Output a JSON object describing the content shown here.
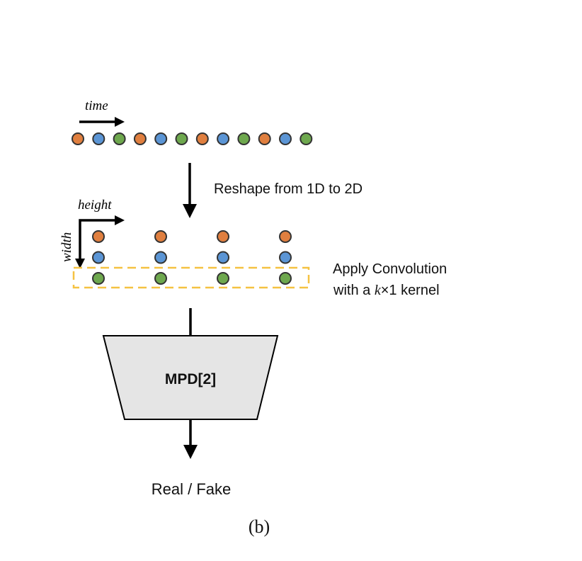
{
  "labels": {
    "time": "time",
    "reshape": "Reshape from 1D to 2D",
    "height": "height",
    "width": "width",
    "conv_line1": "Apply Convolution",
    "conv_line2_pre": "with a ",
    "conv_k": "k",
    "conv_line2_post": "×1 kernel",
    "block": "MPD[2]",
    "output": "Real / Fake",
    "caption": "(b)"
  },
  "colors": {
    "orange": "#e07f3f",
    "blue": "#5b95d5",
    "green": "#6ea84e",
    "dash": "#f5c242",
    "block_fill": "#e5e5e5"
  },
  "sequence": [
    "orange",
    "blue",
    "green",
    "orange",
    "blue",
    "green",
    "orange",
    "blue",
    "green",
    "orange",
    "blue",
    "green"
  ],
  "grid_rows": [
    "orange",
    "blue",
    "green"
  ],
  "grid_columns": 4
}
